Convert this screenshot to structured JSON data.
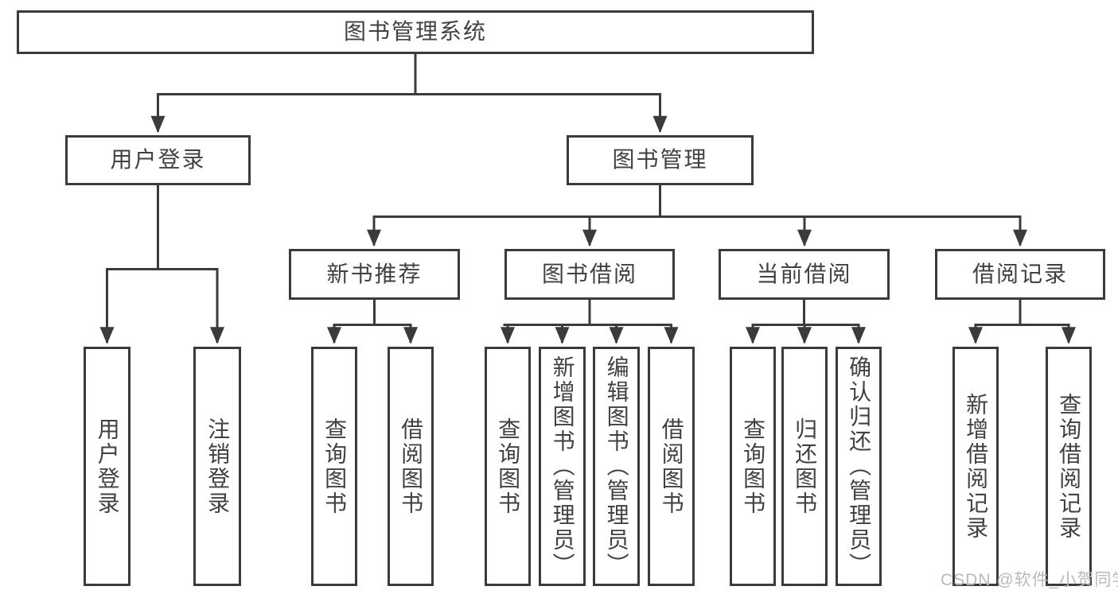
{
  "colors": {
    "background": "#ffffff",
    "line": "#3b3b3b",
    "text": "#414141",
    "watermark": "#b6bac0"
  },
  "tree": {
    "label": "图书管理系统",
    "children": [
      {
        "label": "用户登录",
        "children": [
          {
            "label": "用户登录"
          },
          {
            "label": "注销登录"
          }
        ]
      },
      {
        "label": "图书管理",
        "children": [
          {
            "label": "新书推荐",
            "children": [
              {
                "label": "查询图书"
              },
              {
                "label": "借阅图书"
              }
            ]
          },
          {
            "label": "图书借阅",
            "children": [
              {
                "label": "查询图书"
              },
              {
                "label": "新增图书（管理员）"
              },
              {
                "label": "编辑图书（管理员）"
              },
              {
                "label": "借阅图书"
              }
            ]
          },
          {
            "label": "当前借阅",
            "children": [
              {
                "label": "查询图书"
              },
              {
                "label": "归还图书"
              },
              {
                "label": "确认归还（管理员）"
              }
            ]
          },
          {
            "label": "借阅记录",
            "children": [
              {
                "label": "新增借阅记录"
              },
              {
                "label": "查询借阅记录"
              }
            ]
          }
        ]
      }
    ]
  },
  "watermark": {
    "text": "CSDN @软件_小贺同学"
  }
}
